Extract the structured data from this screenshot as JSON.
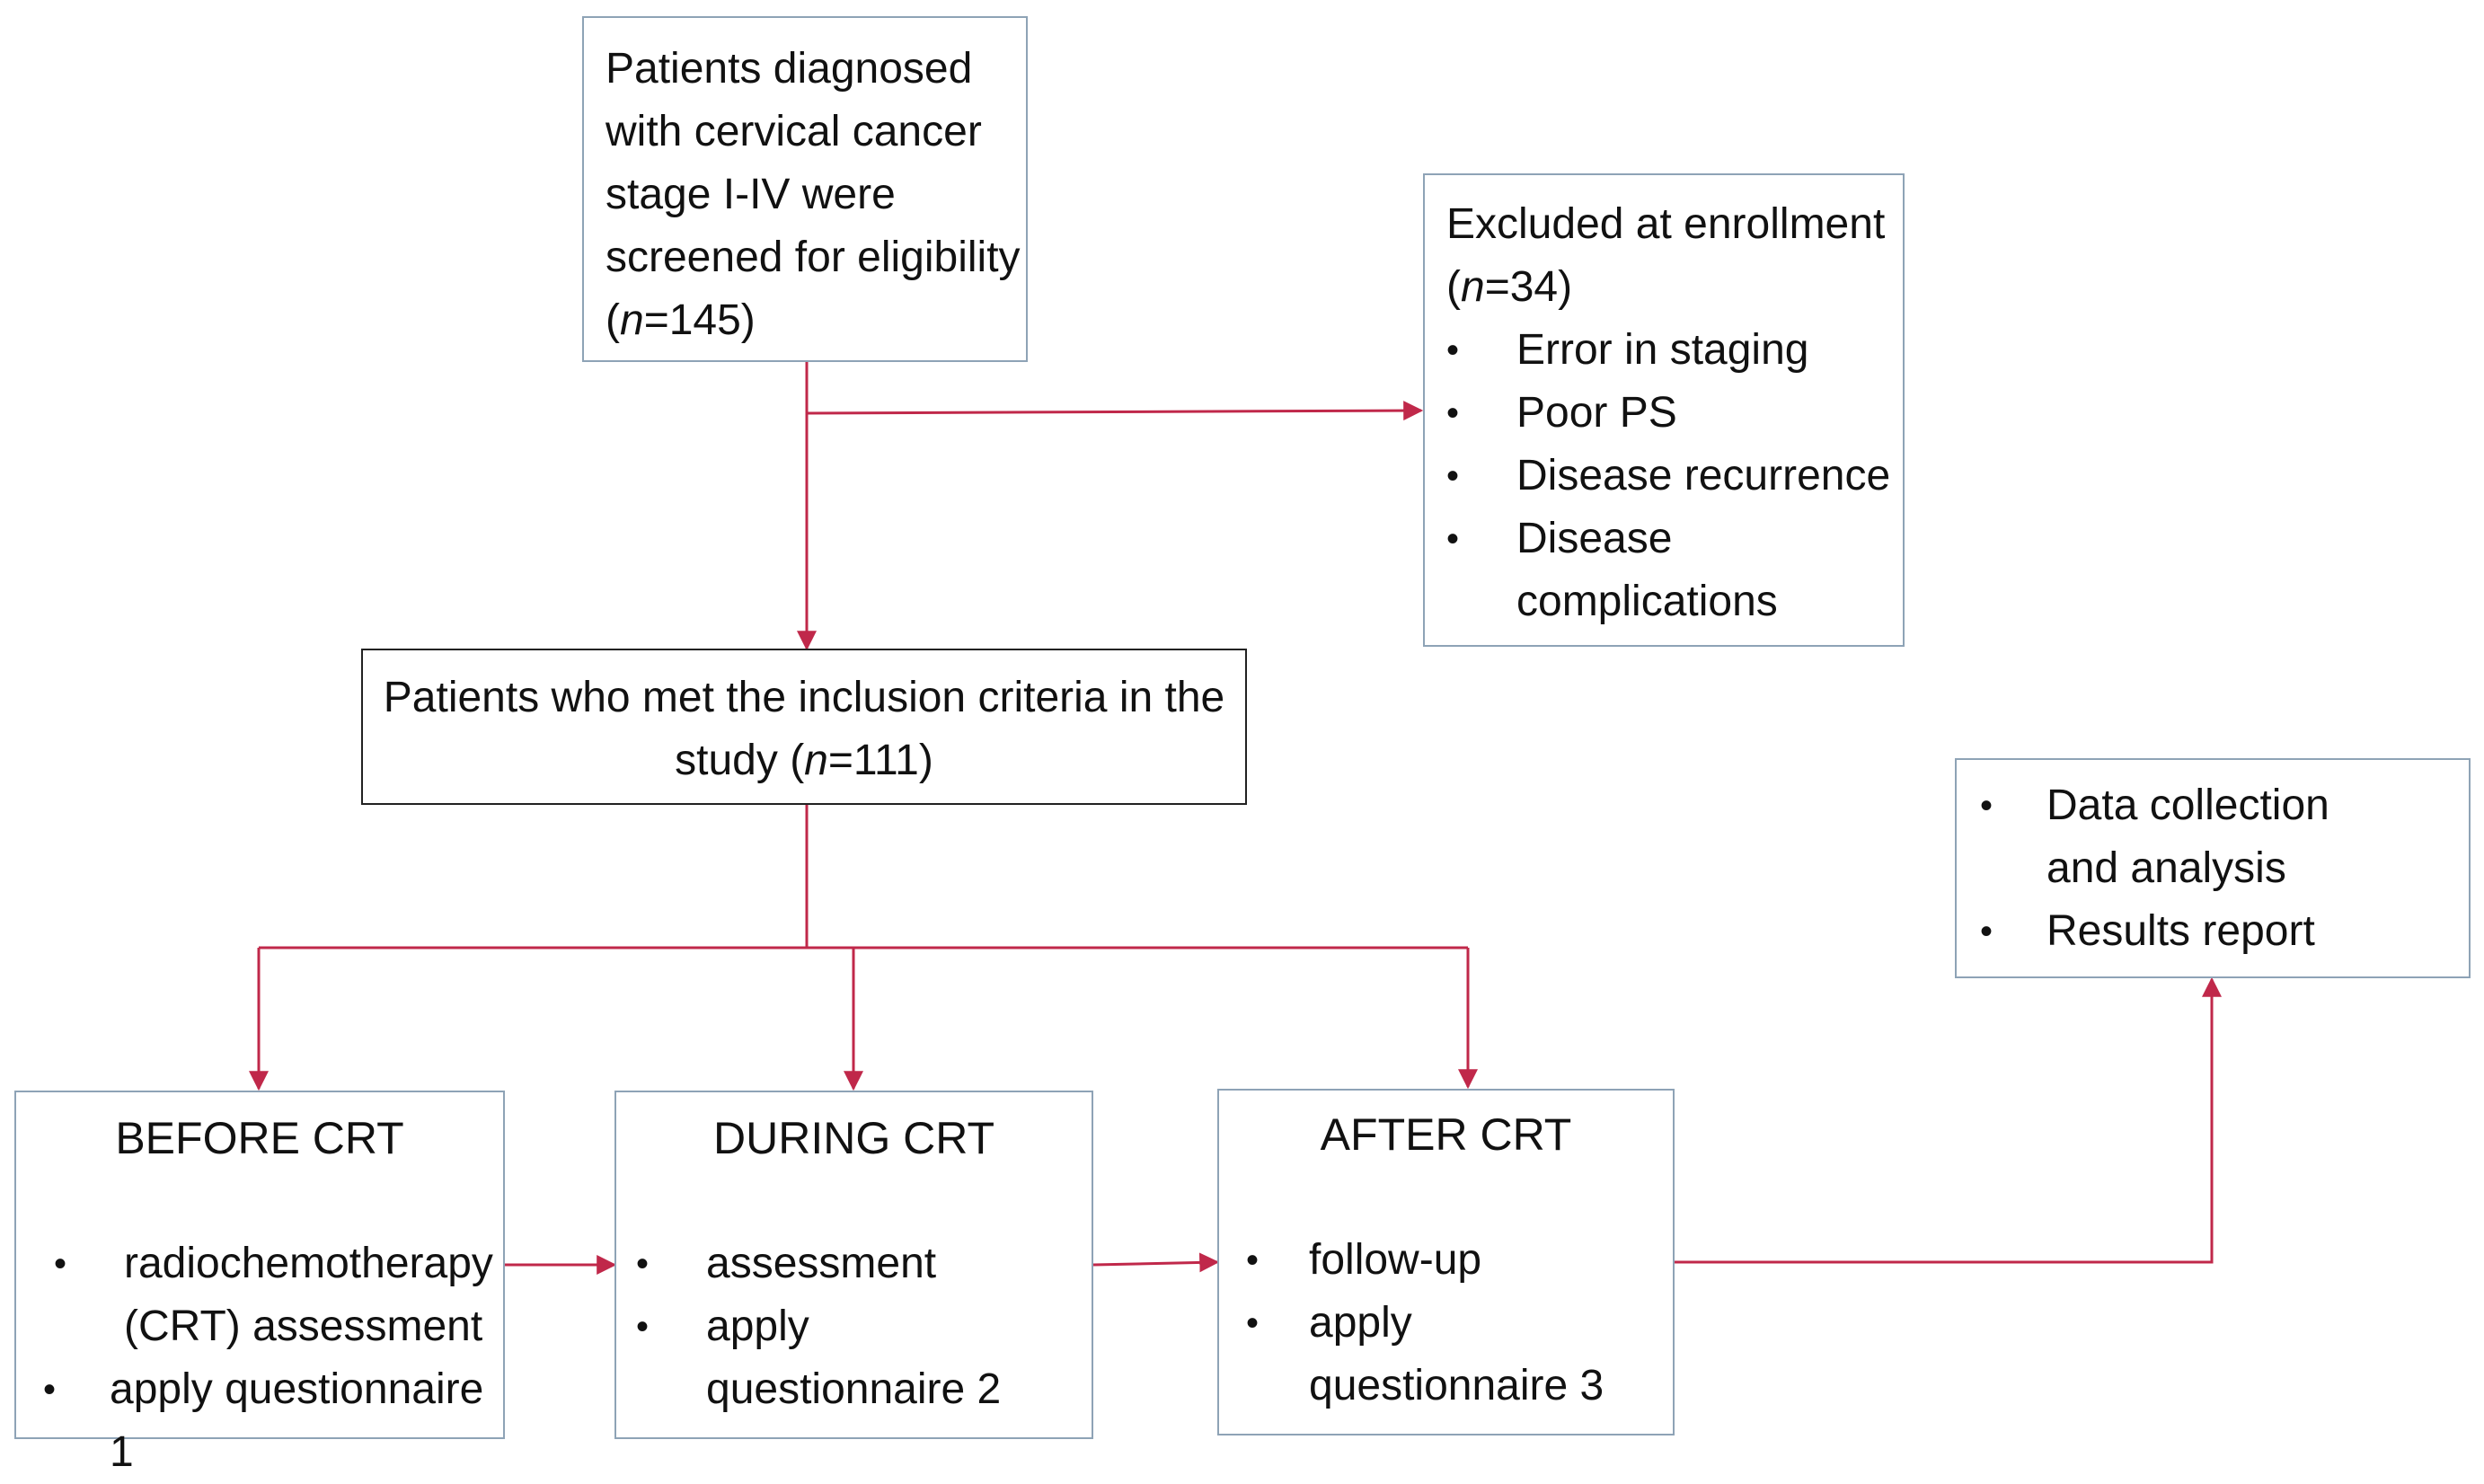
{
  "nodes": {
    "screened": {
      "lines": [
        "Patients diagnosed",
        "with cervical cancer",
        "stage I-IV were",
        "screened for eligibility"
      ],
      "count_open": "(",
      "count_var": "n",
      "count_rest": "=145)"
    },
    "excluded": {
      "title": "Excluded at enrollment",
      "count_open": "(",
      "count_var": "n",
      "count_rest": "=34)",
      "items": [
        "Error in staging",
        "Poor PS",
        "Disease recurrence",
        "Disease complications"
      ]
    },
    "included": {
      "line1": "Patients who met the inclusion criteria in the",
      "line2_pre": "study (",
      "count_var": "n",
      "count_rest": "=111)"
    },
    "before": {
      "title": "BEFORE CRT",
      "items": [
        "radiochemotherapy (CRT) assessment",
        "apply questionnaire 1"
      ]
    },
    "during": {
      "title": "DURING CRT",
      "items": [
        "assessment",
        "apply questionnaire 2"
      ]
    },
    "after": {
      "title": "AFTER CRT",
      "items": [
        "follow-up",
        "apply questionnaire 3"
      ]
    },
    "report": {
      "items": [
        "Data collection and analysis",
        "Results report"
      ]
    }
  },
  "bullet_char": "•",
  "colors": {
    "connector": "#c0284a",
    "box_border": "#8ea3b6",
    "box_border_dark": "#222222"
  }
}
